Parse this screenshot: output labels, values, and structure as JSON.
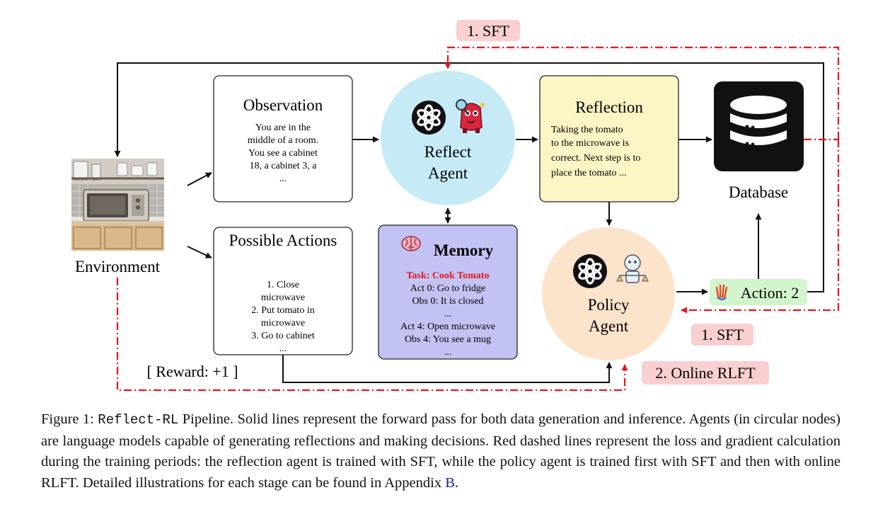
{
  "nodes": {
    "environment": {
      "label": "Environment"
    },
    "observation": {
      "title": "Observation",
      "lines": [
        "You are in the",
        "middle of a room.",
        "You see a cabinet",
        "18, a cabinet 3, a",
        "..."
      ]
    },
    "possible_actions": {
      "title": "Possible Actions",
      "lines": [
        "1.  Close",
        "microwave",
        "2.  Put tomato in",
        "microwave",
        "3.  Go to cabinet",
        "..."
      ]
    },
    "reflect_agent": {
      "line1": "Reflect",
      "line2": "Agent"
    },
    "reflection": {
      "title": "Reflection",
      "lines": [
        "Taking the tomato",
        "to the microwave is",
        "correct.  Next step is to",
        "place the tomato ..."
      ]
    },
    "database": {
      "label": "Database"
    },
    "memory": {
      "title": "Memory",
      "task": "Task:  Cook Tomato",
      "lines": [
        "Act 0:  Go to fridge",
        "Obs 0:  It is closed",
        "...",
        "Act 4:  Open microwave",
        "Obs 4:  You see a mug",
        "..."
      ]
    },
    "policy_agent": {
      "line1": "Policy",
      "line2": "Agent"
    },
    "action": {
      "label": "Action: 2"
    }
  },
  "tags": {
    "sft_top": "1. SFT",
    "sft_bottom": "1. SFT",
    "online_rlft": "2. Online RLFT",
    "reward": "[ Reward: +1 ]"
  },
  "caption": {
    "prefix": "Figure 1: ",
    "name": "Reflect-RL",
    "body": " Pipeline.  Solid lines represent the forward pass for both data generation and inference. Agents (in circular nodes) are language models capable of generating reflections and making decisions.  Red dashed lines represent the loss and gradient calculation during the training periods: the reflection agent is trained with SFT, while the policy agent is trained first with SFT and then with online RLFT. Detailed illustrations for each stage can be found in Appendix ",
    "ref": "B",
    "end": "."
  },
  "colors": {
    "reflect_circle": "#c6ebf7",
    "policy_circle": "#fce3cc",
    "reflection_box": "#fcf5c4",
    "memory_box": "#c2c2f3",
    "action_box": "#d3f5cd",
    "tag_bg": "#f9cfcf",
    "dash_red": "#e8141e",
    "task_red": "#e2191d"
  }
}
